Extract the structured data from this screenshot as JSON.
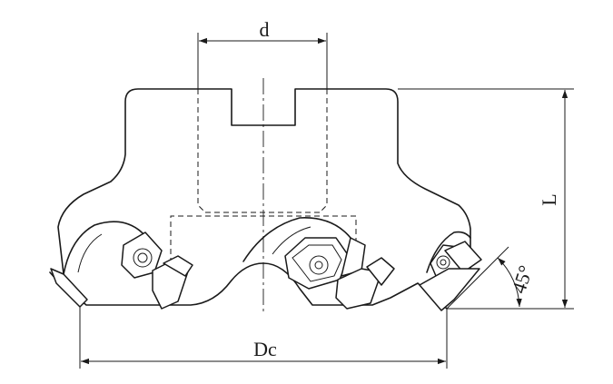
{
  "dimensions": {
    "bore_diameter": "d",
    "cutter_diameter": "Dc",
    "length": "L",
    "approach_angle": "45°"
  }
}
